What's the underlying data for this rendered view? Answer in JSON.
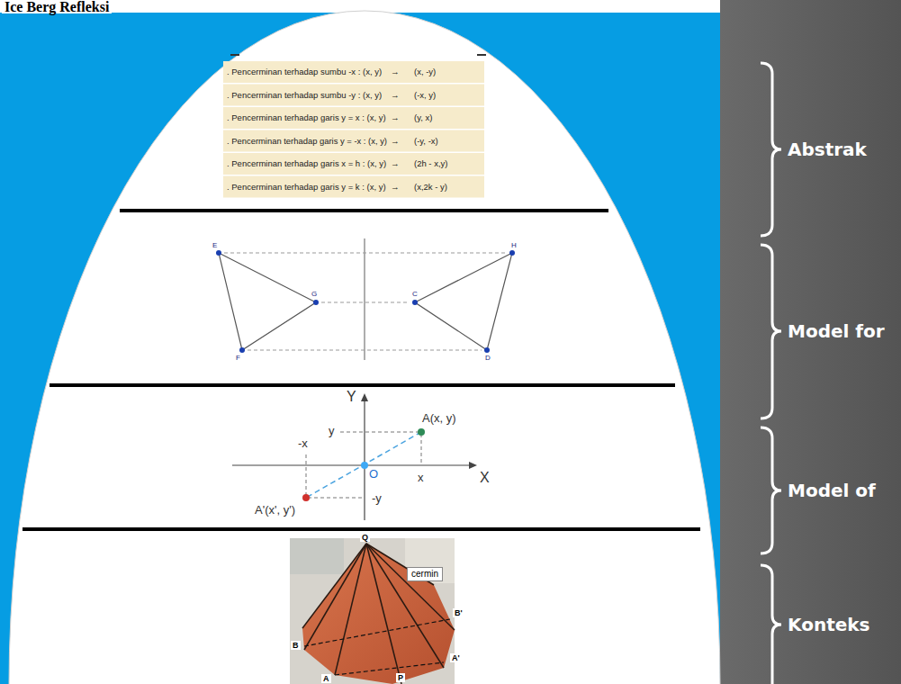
{
  "diagram": {
    "title": "Ice Berg Refleksi",
    "labels": [
      ". Pencerminan terhadap sumbu -x : (x, y)",
      "→",
      "(x, -y)",
      ". Pencerminan terhadap sumbu -y : (x, y)",
      "→",
      "(-x, y)",
      ". Pencerminan terhadap garis y = x : (x, y)",
      "→",
      "(y, x)",
      ". Pencerminan terhadap garis y = -x : (x, y)",
      "→",
      "(-y, -x)",
      ". Pencerminan terhadap garis x = h : (x, y)",
      "→",
      "(2h - x,y)",
      ". Pencerminan terhadap garis y = k : (x, y)",
      "→",
      "(x,2k - y)",
      "E",
      "G",
      "F",
      "H",
      "C",
      "D",
      "Y",
      "A(x, y)",
      "y",
      "-x",
      "x",
      "O",
      "X",
      "A'(x', y')",
      "-y",
      "Q",
      "cermin",
      "B",
      "B'",
      "A",
      "A'",
      "P",
      "Abstrak",
      "Model for",
      "Model of",
      "Konteks"
    ]
  }
}
